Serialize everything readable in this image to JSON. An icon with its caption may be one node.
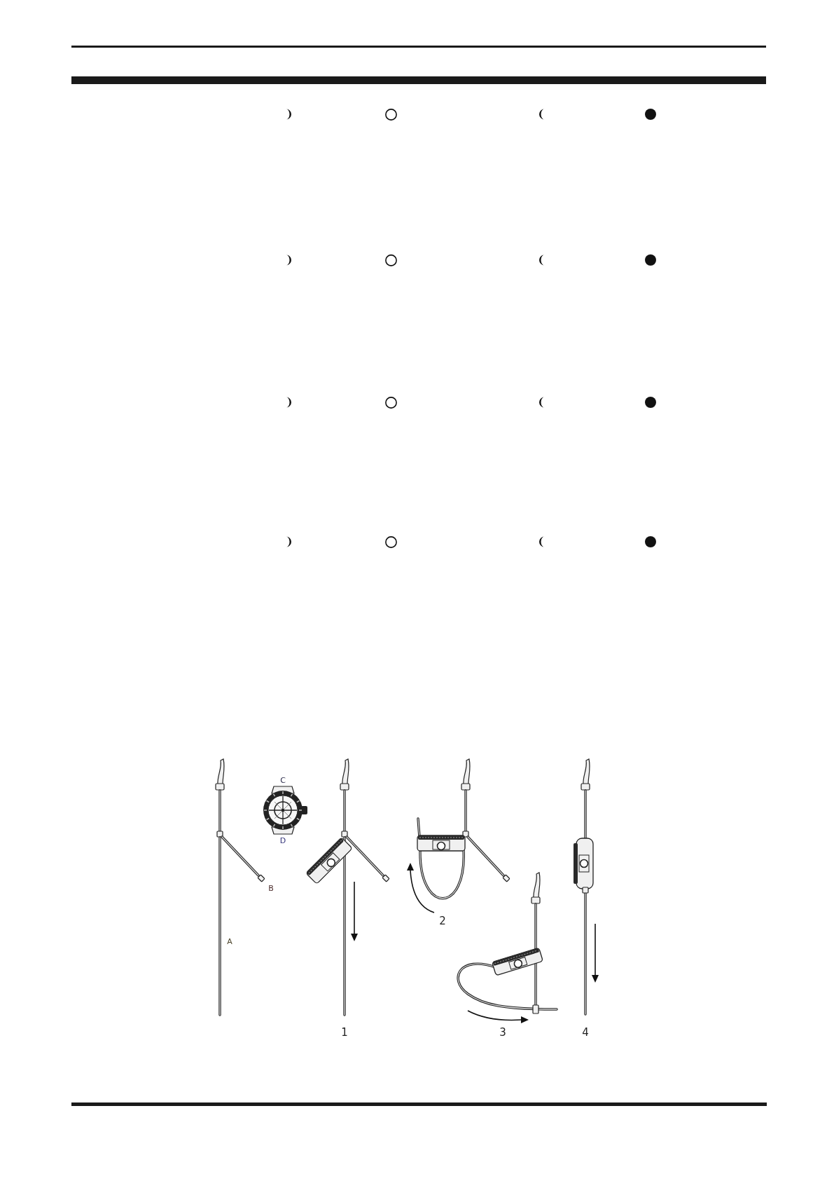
{
  "diagram": {
    "labels": [
      "C",
      "D",
      "B",
      "2",
      "A",
      "1",
      "3",
      "4"
    ]
  }
}
